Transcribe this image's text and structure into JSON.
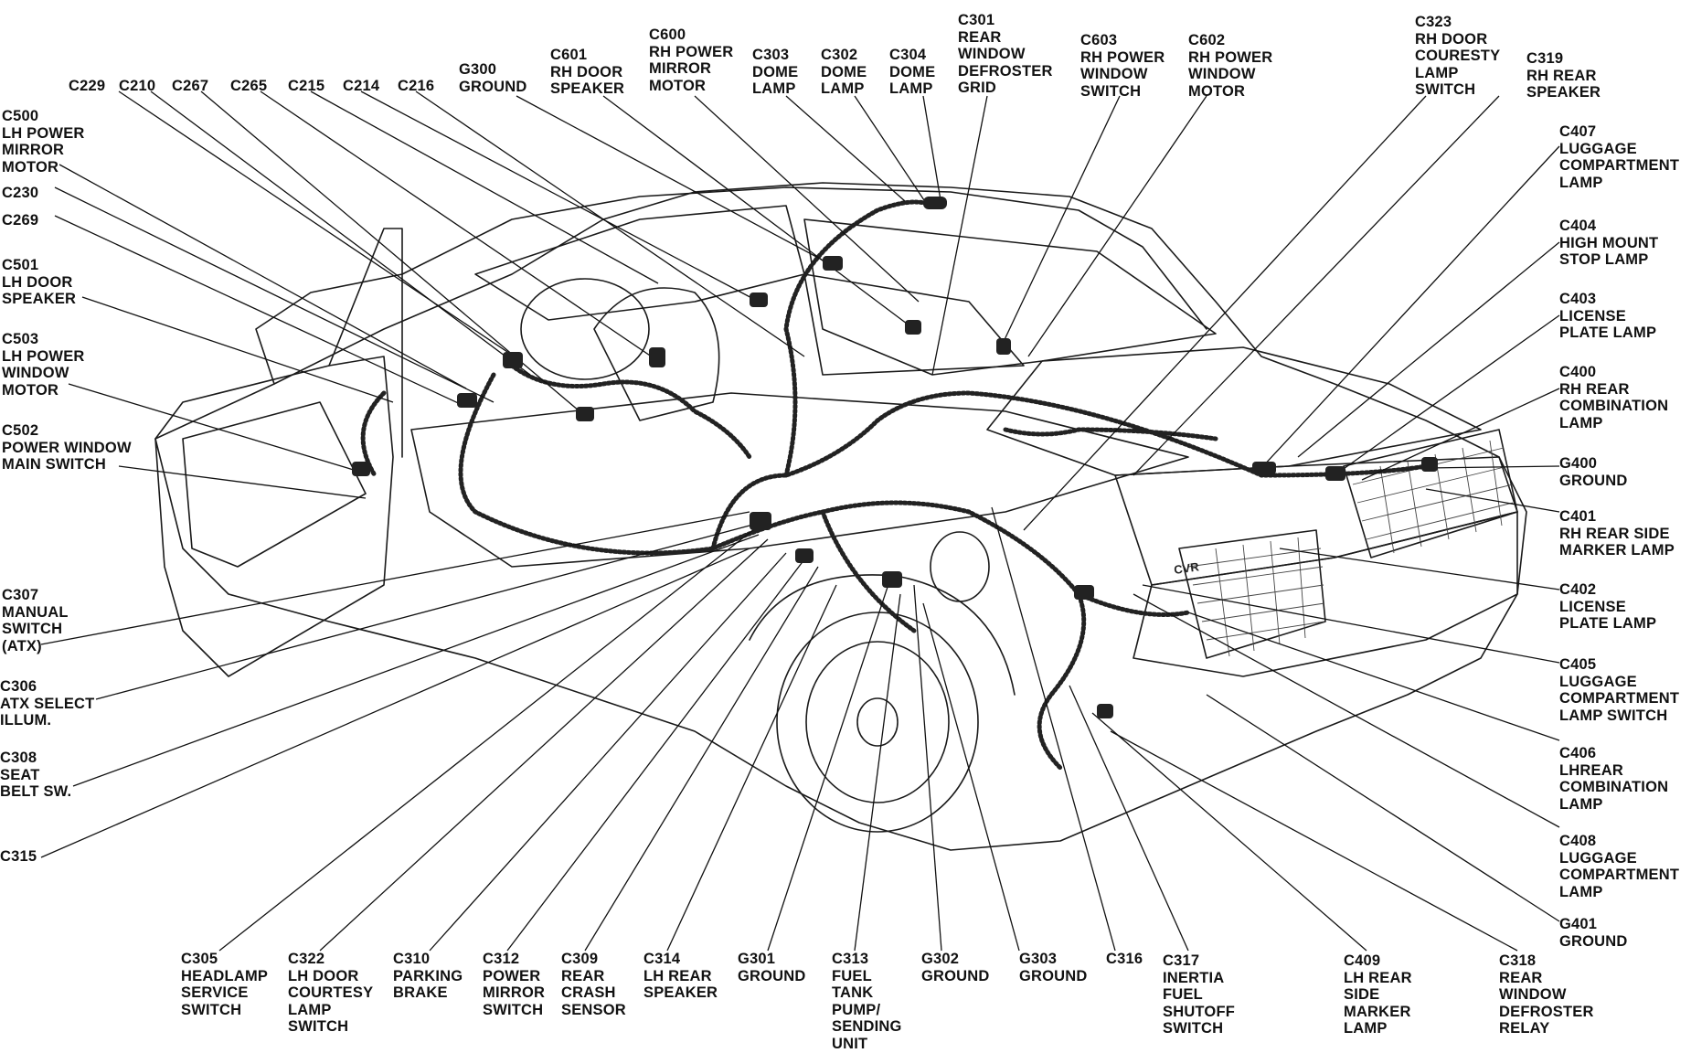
{
  "labels": {
    "c229": "C229",
    "c210": "C210",
    "c267": "C267",
    "c265": "C265",
    "c215": "C215",
    "c214": "C214",
    "c216": "C216",
    "g300": "G300\nGROUND",
    "c601": "C601\nRH DOOR\nSPEAKER",
    "c600": "C600\nRH POWER\nMIRROR\nMOTOR",
    "c303": "C303\nDOME\nLAMP",
    "c302": "C302\nDOME\nLAMP",
    "c304": "C304\nDOME\nLAMP",
    "c301": "C301\nREAR\nWINDOW\nDEFROSTER\nGRID",
    "c603": "C603\nRH POWER\nWINDOW\nSWITCH",
    "c602": "C602\nRH POWER\nWINDOW\nMOTOR",
    "c323": "C323\nRH DOOR\nCOURESTY\nLAMP\nSWITCH",
    "c319": "C319\nRH REAR\nSPEAKER",
    "c500": "C500\nLH POWER\nMIRROR\nMOTOR",
    "c230": "C230",
    "c269": "C269",
    "c501": "C501\nLH DOOR\nSPEAKER",
    "c503": "C503\nLH POWER\nWINDOW\nMOTOR",
    "c502": "C502\nPOWER WINDOW\nMAIN SWITCH",
    "c307": "C307\nMANUAL\nSWITCH\n(ATX)",
    "c306": "C306\nATX SELECT\nILLUM.",
    "c308": "C308\nSEAT\nBELT SW.",
    "c315": "C315",
    "c407": "C407\nLUGGAGE\nCOMPARTMENT\nLAMP",
    "c404": "C404\nHIGH MOUNT\nSTOP LAMP",
    "c403": "C403\nLICENSE\nPLATE LAMP",
    "c400": "C400\nRH REAR\nCOMBINATION\nLAMP",
    "g400": "G400\nGROUND",
    "c401": "C401\nRH REAR SIDE\nMARKER LAMP",
    "c402": "C402\nLICENSE\nPLATE LAMP",
    "c405": "C405\nLUGGAGE\nCOMPARTMENT\nLAMP SWITCH",
    "c406": "C406\nLHREAR\nCOMBINATION\nLAMP",
    "c408": "C408\nLUGGAGE\nCOMPARTMENT\nLAMP",
    "g401": "G401\nGROUND",
    "c305": "C305\nHEADLAMP\nSERVICE\nSWITCH",
    "c322": "C322\nLH DOOR\nCOURTESY\nLAMP\nSWITCH",
    "c310": "C310\nPARKING\nBRAKE",
    "c312": "C312\nPOWER\nMIRROR\nSWITCH",
    "c309": "C309\nREAR\nCRASH\nSENSOR",
    "c314": "C314\nLH REAR\nSPEAKER",
    "g301": "G301\nGROUND",
    "c313": "C313\nFUEL\nTANK\nPUMP/\nSENDING\nUNIT",
    "g302": "G302\nGROUND",
    "g303": "G303\nGROUND",
    "c316": "C316",
    "c317": "C317\nINERTIA\nFUEL\nSHUTOFF\nSWITCH",
    "c409": "C409\nLH REAR\nSIDE\nMARKER\nLAMP",
    "c318": "C318\nREAR\nWINDOW\nDEFROSTER\nRELAY"
  },
  "badge_text": "CVR"
}
